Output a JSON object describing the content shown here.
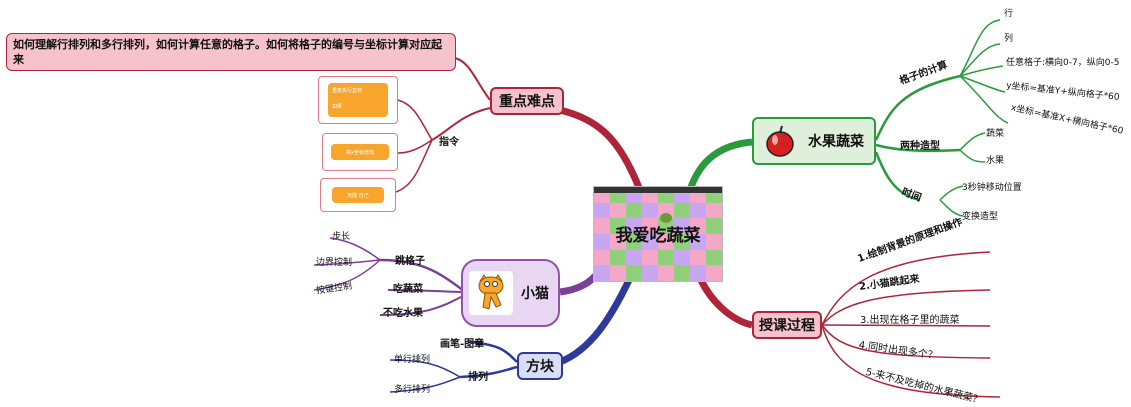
{
  "center": {
    "title": "我爱吃蔬菜",
    "grid_colors": [
      "#f4a7c8",
      "#f6e46e",
      "#8fd07b",
      "#9ec7f2",
      "#c7a7f0",
      "#f7b06a"
    ]
  },
  "difficulty": {
    "label": "重点难点",
    "note": "如何理解行排列和多行排列，如何计算任意的格子。如何将格子的编号与坐标计算对应起来",
    "instructions_label": "指令",
    "block1_a": "重复执行直到",
    "block1_b": "如果",
    "block2": "将x坐标增加",
    "block3": "克隆 自己"
  },
  "fruits": {
    "label": "水果蔬菜",
    "grid_calc": {
      "label": "格子的计算",
      "items": [
        "行",
        "列",
        "任意格子:横向0-7，纵向0-5",
        "y坐标=基准Y+纵向格子*60",
        "x坐标=基准X+横向格子*60"
      ]
    },
    "costumes": {
      "label": "两种造型",
      "items": [
        "蔬菜",
        "水果"
      ]
    },
    "time": {
      "label": "时间",
      "items": [
        "3秒钟移动位置",
        "变换造型"
      ]
    }
  },
  "cat": {
    "label": "小猫",
    "jump": {
      "label": "跳格子",
      "items": [
        "步长",
        "边界控制",
        "按键控制"
      ]
    },
    "eat_veg": "吃蔬菜",
    "no_fruit": "不吃水果"
  },
  "block": {
    "label": "方块",
    "pen": "画笔-图章",
    "arrange": {
      "label": "排列",
      "items": [
        "单行排列",
        "多行排列"
      ]
    }
  },
  "lesson": {
    "label": "授课过程",
    "steps": [
      "1.绘制背景的原理和操作",
      "2.小猫跳起来",
      "3.出现在格子里的蔬菜",
      "4.同时出现多个？",
      "5-来不及吃掉的水果蔬菜？"
    ]
  },
  "colors": {
    "pink": "#b0243a",
    "green": "#2a9a3c",
    "purple": "#7b3f9a",
    "blue": "#2d3a9c",
    "apple": "#d42020"
  }
}
